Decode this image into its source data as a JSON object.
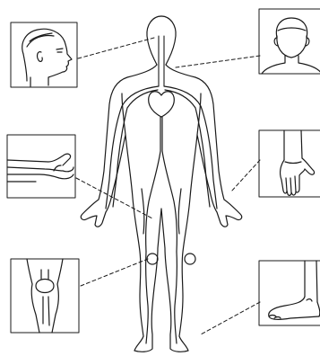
{
  "diagram": {
    "subject": "human-body-pulse-points-diagram",
    "panels": [
      {
        "id": "head-profile",
        "icon": "head-profile-icon"
      },
      {
        "id": "face-front",
        "icon": "face-front-icon"
      },
      {
        "id": "reclining-legs",
        "icon": "reclining-legs-icon"
      },
      {
        "id": "wrist-hand",
        "icon": "wrist-hand-icon"
      },
      {
        "id": "knee",
        "icon": "knee-icon"
      },
      {
        "id": "foot",
        "icon": "foot-icon"
      }
    ],
    "colors": {
      "stroke": "#1a1a1a",
      "background": "#ffffff"
    }
  }
}
